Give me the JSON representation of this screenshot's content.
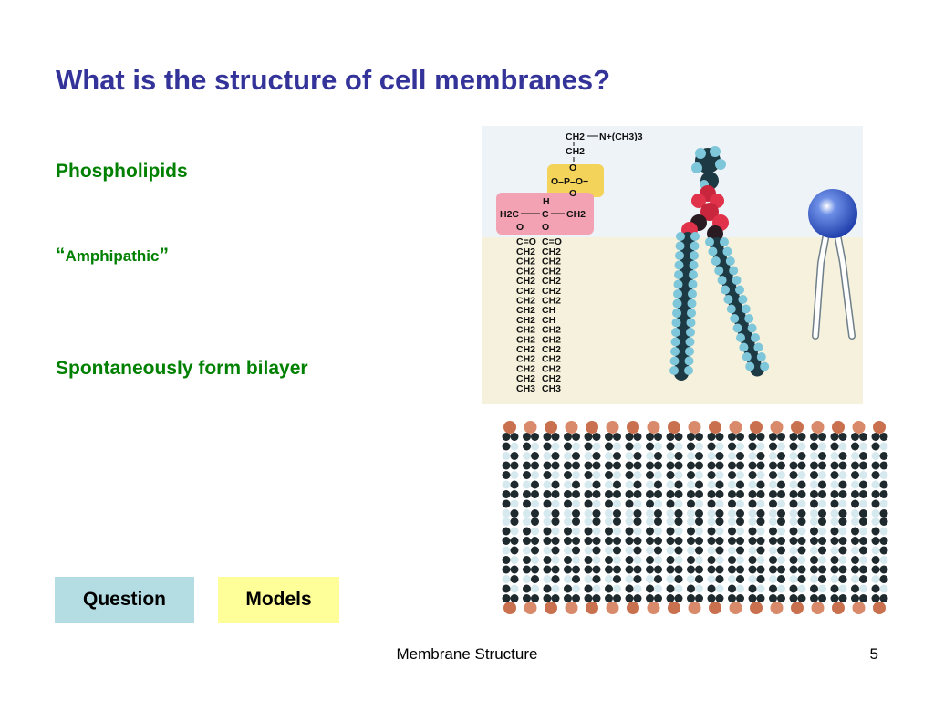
{
  "slide": {
    "title": "What is the structure of cell membranes?",
    "bullets": {
      "phospholipids": "Phospholipids",
      "amphipathic_open_quote": "“",
      "amphipathic": "Amphipathic",
      "amphipathic_close_quote": "”",
      "bilayer": "Spontaneously form bilayer"
    },
    "buttons": {
      "question": "Question",
      "models": "Models"
    },
    "footer": {
      "text": "Membrane Structure",
      "page_number": "5"
    }
  },
  "figure": {
    "head": {
      "choline_ch2": "CH2",
      "choline_group": "N+(CH3)3",
      "ch2": "CH2",
      "o_top": "O",
      "phosphate": "O–P–O−",
      "o_bottom": "O",
      "glycerol_h": "H",
      "glycerol_left": "H2C",
      "glycerol_center": "C",
      "glycerol_right": "CH2",
      "ester_left_o": "O",
      "ester_right_o": "O",
      "carbonyl_left": "C=O",
      "carbonyl_right": "C=O"
    },
    "tail_left": [
      "CH2",
      "CH2",
      "CH2",
      "CH2",
      "CH2",
      "CH2",
      "CH2",
      "CH2",
      "CH2",
      "CH2",
      "CH2",
      "CH2",
      "CH2",
      "CH2",
      "CH3"
    ],
    "tail_right": [
      "CH2",
      "CH2",
      "CH2",
      "CH2",
      "CH2",
      "CH2",
      "CH",
      "CH",
      "CH2",
      "CH2",
      "CH2",
      "CH2",
      "CH2",
      "CH2",
      "CH3"
    ],
    "colors": {
      "phosphate_box": "#f3d35a",
      "glycerol_box": "#f2a2b2",
      "head_region": "#eef3f8",
      "tail_region": "#f6f1dc",
      "symbol_head": "#2f55c8"
    }
  }
}
